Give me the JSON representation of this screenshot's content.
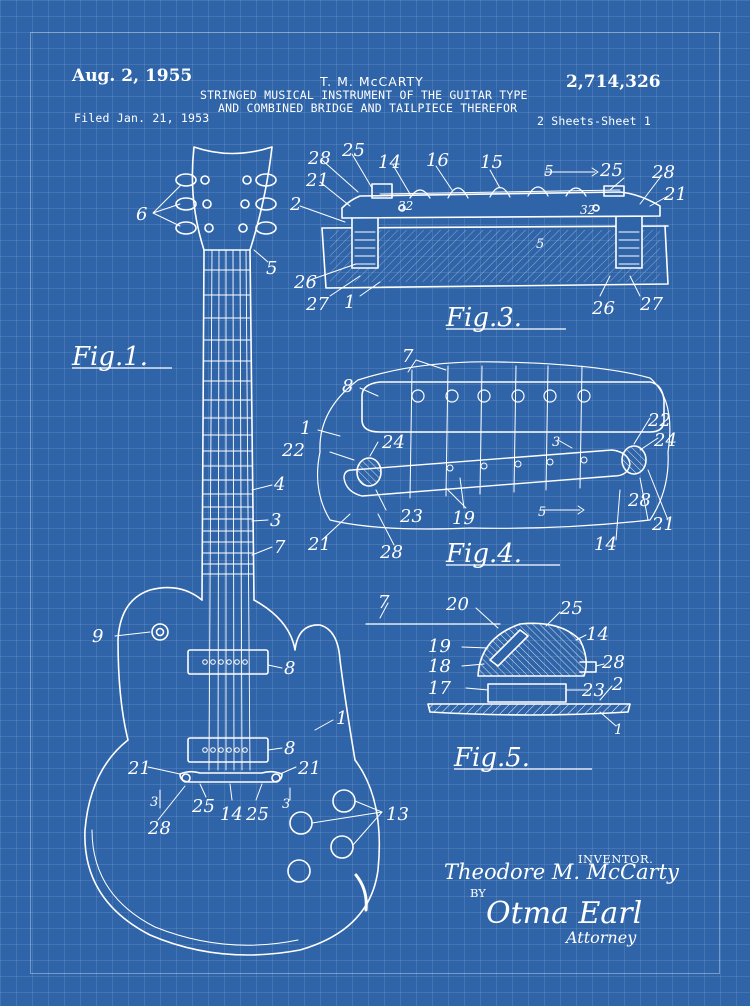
{
  "header": {
    "date": "Aug. 2, 1955",
    "inventor_name": "T. M. McCARTY",
    "patent_number": "2,714,326",
    "title_line1": "STRINGED MUSICAL INSTRUMENT OF THE GUITAR TYPE",
    "title_line2": "AND COMBINED BRIDGE AND TAILPIECE THEREFOR",
    "filed": "Filed Jan. 21, 1953",
    "sheets": "2 Sheets-Sheet 1"
  },
  "figures": {
    "fig1": "Fig.1.",
    "fig3": "Fig.3.",
    "fig4": "Fig.4.",
    "fig5": "Fig.5."
  },
  "labels": {
    "fig1": [
      "6",
      "5",
      "4",
      "3",
      "7",
      "9",
      "8",
      "8",
      "1",
      "21",
      "21",
      "3",
      "3",
      "28",
      "25",
      "14",
      "25",
      "13"
    ],
    "fig3": [
      "28",
      "25",
      "14",
      "16",
      "15",
      "5",
      "25",
      "28",
      "21",
      "21",
      "2",
      "32",
      "32",
      "26",
      "27",
      "1",
      "5",
      "26",
      "27"
    ],
    "fig4": [
      "7",
      "8",
      "22",
      "24",
      "1",
      "22",
      "24",
      "3",
      "23",
      "19",
      "5",
      "28",
      "21",
      "21",
      "14",
      "28"
    ],
    "fig5": [
      "7",
      "20",
      "25",
      "14",
      "19",
      "18",
      "28",
      "17",
      "23",
      "2",
      "1"
    ]
  },
  "signature": {
    "inventor_label": "INVENTOR.",
    "inventor_signature": "Theodore M. McCarty",
    "by": "BY",
    "attorney_signature": "Otma Earl",
    "attorney_label": "Attorney"
  },
  "colors": {
    "background": "#2f64a8",
    "ink": "#ffffff"
  }
}
